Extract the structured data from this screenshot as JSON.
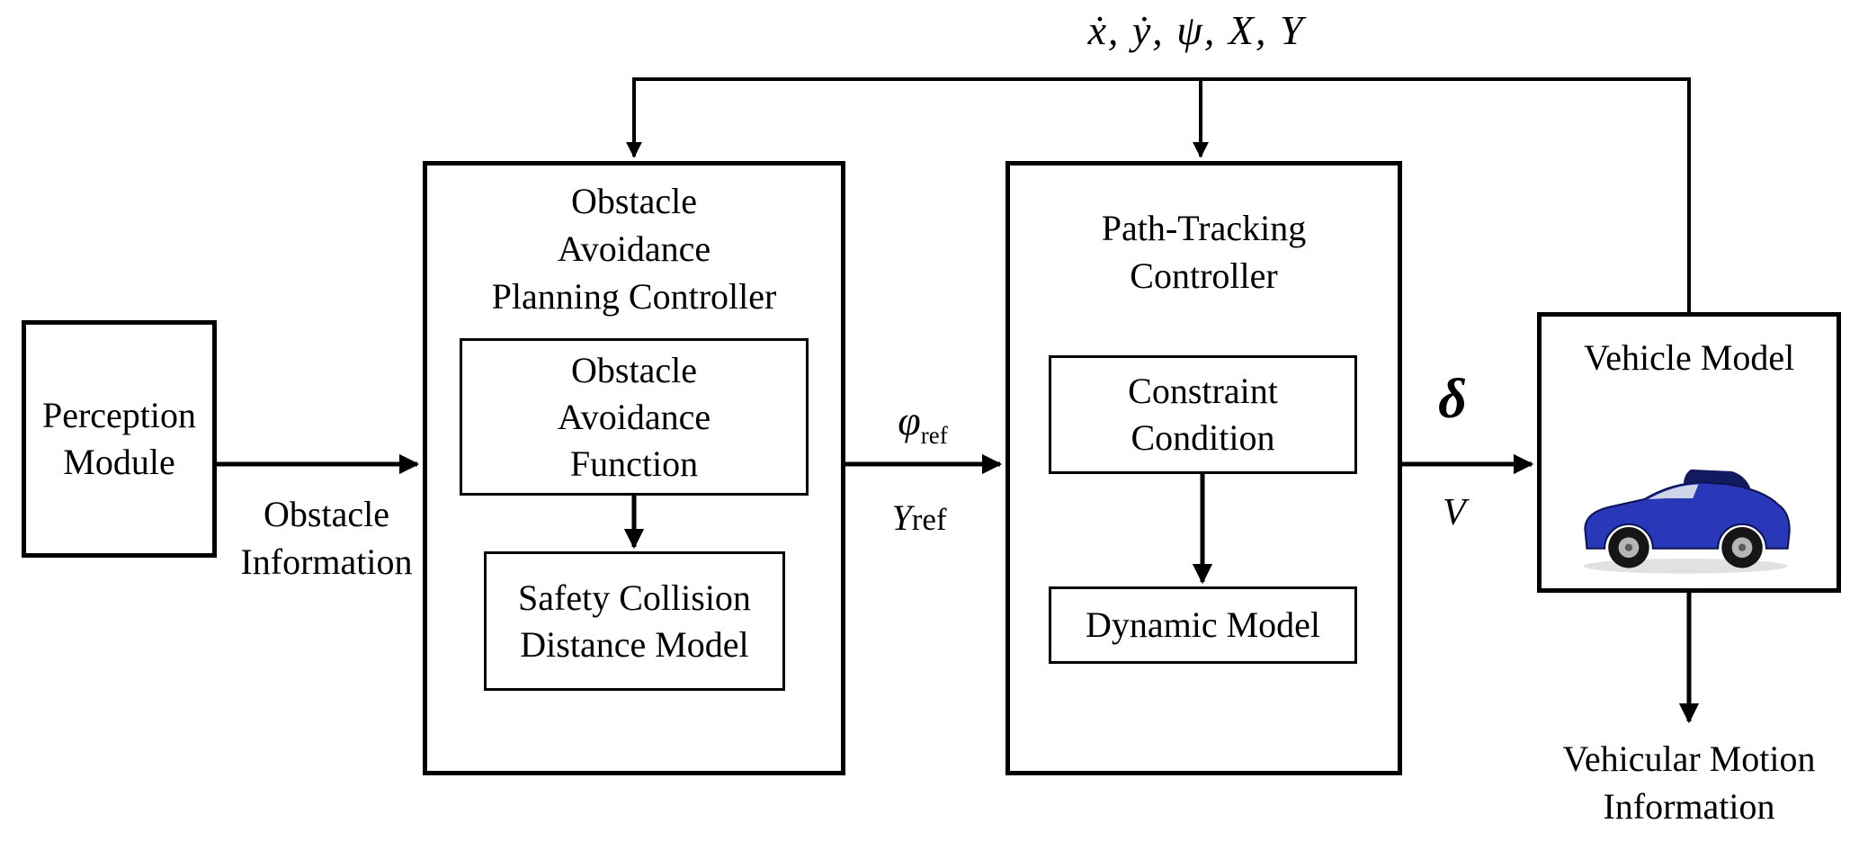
{
  "colors": {
    "line": "#000000",
    "background": "#ffffff",
    "car_body": "#2838b8",
    "car_top": "#131b60",
    "car_windshield": "#cdd5e6",
    "car_wheel": "#161616",
    "car_rim": "#b5b5b5",
    "car_hub": "#5a5a5a",
    "car_shadow": "#c9c9c9"
  },
  "labels": {
    "feedback": "ẋ, ẏ, ψ, X, Y",
    "perception_module": "Perception\nModule",
    "obstacle_information": "Obstacle\nInformation",
    "oapc_title": "Obstacle\nAvoidance\nPlanning Controller",
    "oa_function": "Obstacle\nAvoidance\nFunction",
    "safety_model": "Safety Collision\nDistance Model",
    "phi_symbol": "φ",
    "phi_sub": "ref",
    "yref_symbol": "Y",
    "yref_suffix": "ref",
    "ptc_title": "Path-Tracking\nController",
    "constraint_condition": "Constraint\nCondition",
    "dynamic_model": "Dynamic Model",
    "delta_symbol": "δ",
    "v_symbol": "V",
    "vehicle_model": "Vehicle Model",
    "vehicular_motion": "Vehicular Motion\nInformation"
  }
}
